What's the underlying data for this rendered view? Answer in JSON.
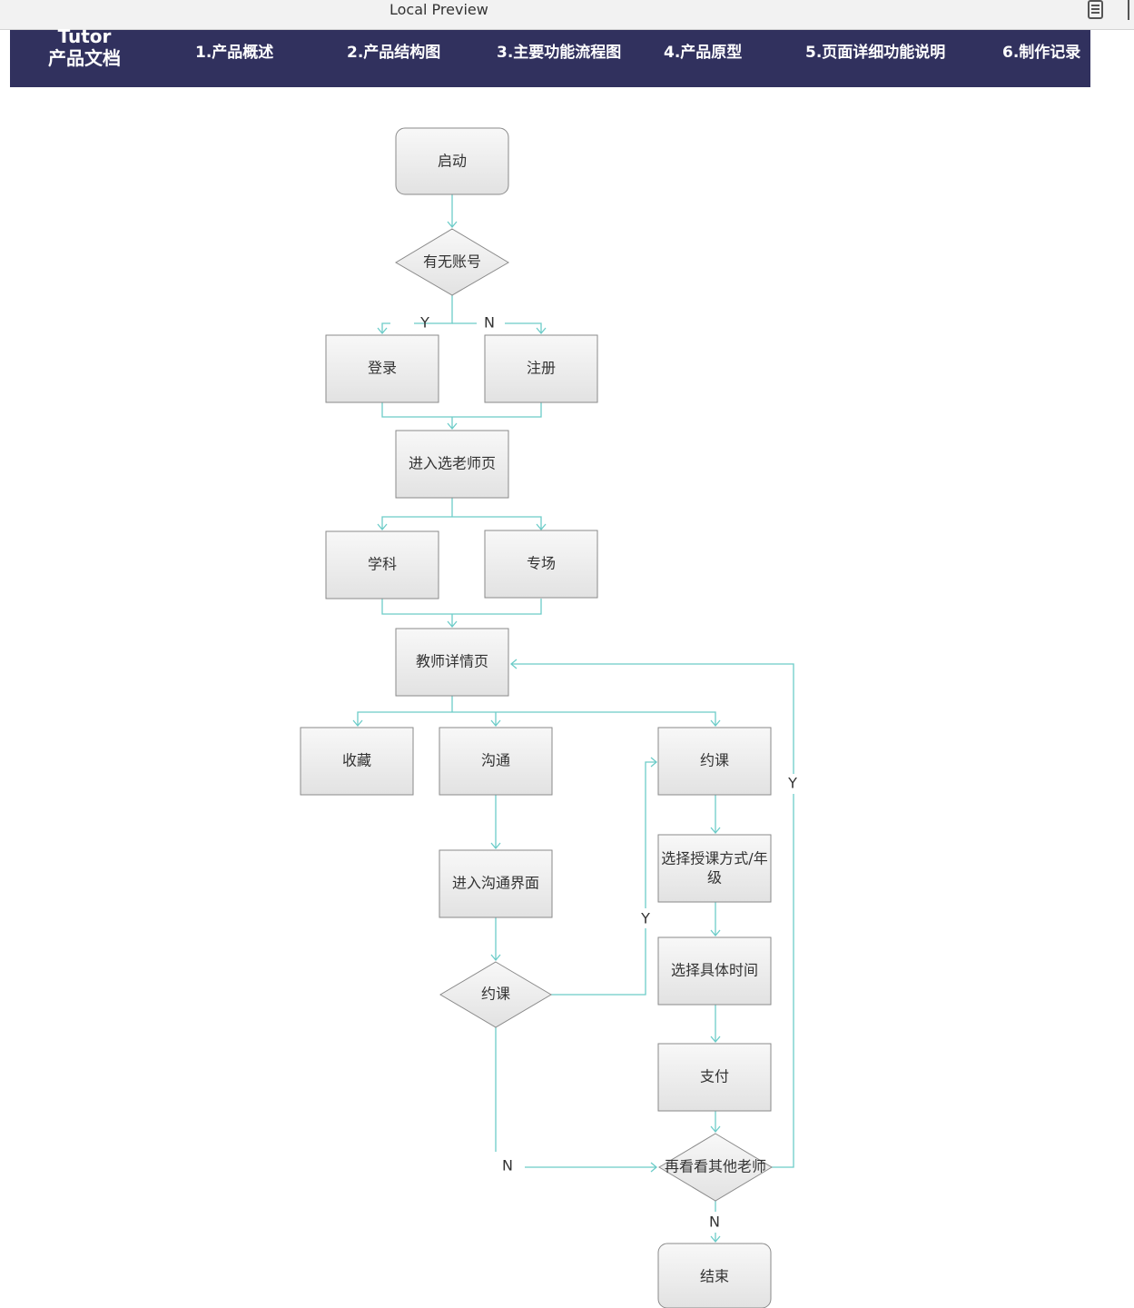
{
  "window": {
    "title": "Local Preview",
    "menu_icon": "document-list-icon"
  },
  "nav": {
    "brand_line1": "Tutor",
    "brand_line2": "产品文档",
    "items": [
      {
        "label": "1.产品概述"
      },
      {
        "label": "2.产品结构图"
      },
      {
        "label": "3.主要功能流程图"
      },
      {
        "label": "4.产品原型"
      },
      {
        "label": "5.页面详细功能说明"
      },
      {
        "label": "6.制作记录"
      }
    ]
  },
  "flow": {
    "nodes": {
      "start": "启动",
      "has_account": "有无账号",
      "login": "登录",
      "register": "注册",
      "select_teacher_page": "进入选老师页",
      "subject": "学科",
      "special": "专场",
      "teacher_detail": "教师详情页",
      "favorite": "收藏",
      "communicate": "沟通",
      "book_lesson": "约课",
      "enter_chat": "进入沟通界面",
      "book_decision": "约课",
      "select_mode_line1": "选择授课方式/年",
      "select_mode_line2": "级",
      "select_time": "选择具体时间",
      "pay": "支付",
      "see_other": "再看看其他老师",
      "end": "结束"
    },
    "labels": {
      "y_login": "Y",
      "n_register": "N",
      "y_book": "Y",
      "n_no_book": "N",
      "y_loop": "Y",
      "n_end": "N"
    }
  }
}
